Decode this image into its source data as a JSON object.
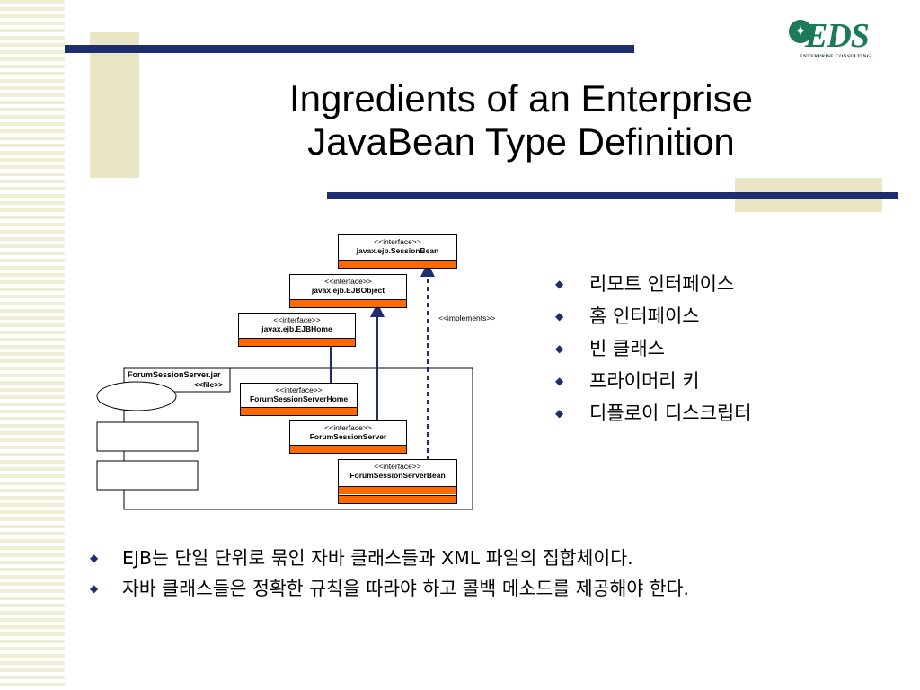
{
  "slide": {
    "title_line1": "Ingredients of an Enterprise",
    "title_line2": "JavaBean Type Definition"
  },
  "logo": {
    "mark": "EDS",
    "tagline": "ENTERPRISE CONSULTING",
    "colors": {
      "logo": "#1a7a5a",
      "accent_line": "#1f2d6e",
      "deco": "#e8e6c5",
      "uml_bar": "#ff6a00"
    }
  },
  "diagram": {
    "jar_label": "ForumSessionServer.jar",
    "file_label": "<<file>>",
    "implements_label": "<<implements>>",
    "boxes": [
      {
        "stereotype": "<<interface>>",
        "name": "javax.ejb.SessionBean"
      },
      {
        "stereotype": "<<interface>>",
        "name": "javax.ejb.EJBObject"
      },
      {
        "stereotype": "<<interface>>",
        "name": "javax.ejb.EJBHome"
      },
      {
        "stereotype": "<<interface>>",
        "name": "ForumSessionServerHome"
      },
      {
        "stereotype": "<<interface>>",
        "name": "ForumSessionServer"
      },
      {
        "stereotype": "<<interface>>",
        "name": "ForumSessionServerBean"
      }
    ]
  },
  "right_bullets": [
    "리모트 인터페이스",
    "홈 인터페이스",
    "빈 클래스",
    "프라이머리 키",
    "디플로이 디스크립터"
  ],
  "bottom_bullets": [
    "EJB는 단일 단위로 묶인 자바 클래스들과 XML 파일의 집합체이다.",
    "자바 클래스들은 정확한 규칙을 따라야 하고 콜백 메소드를 제공해야 한다."
  ],
  "bullet_glyph": "◆"
}
